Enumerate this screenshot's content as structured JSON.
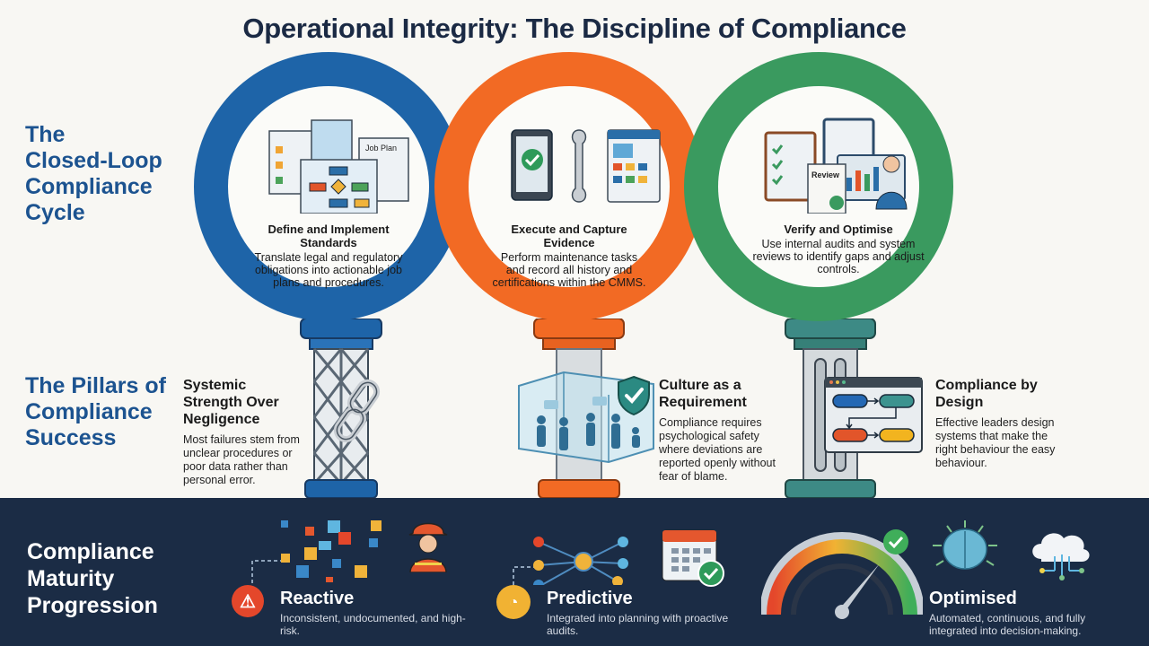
{
  "title": "Operational Integrity: The Discipline of Compliance",
  "colors": {
    "blue": "#1e64a8",
    "orange": "#f26a24",
    "green": "#3a9a5f",
    "navy_text": "#1c5390",
    "band_bg": "#1b2c45"
  },
  "cycle": {
    "label": [
      "The",
      "Closed-Loop",
      "Compliance",
      "Cycle"
    ],
    "steps": [
      {
        "heading": "Define and Implement Standards",
        "body": "Translate legal and regulatory obligations into actionable job plans and procedures.",
        "icon": "documents-flowchart-icon",
        "icon_text": "Job Plan"
      },
      {
        "heading": "Execute and Capture Evidence",
        "body": "Perform maintenance tasks and record all history and certifications within the CMMS.",
        "icon": "tablet-wrench-dashboard-icon"
      },
      {
        "heading": "Verify and Optimise",
        "body": "Use internal audits and system reviews to identify gaps and adjust controls.",
        "icon": "review-clipboard-analyst-icon",
        "icon_text": "Review"
      }
    ]
  },
  "pillars": {
    "label": [
      "The Pillars of",
      "Compliance",
      "Success"
    ],
    "items": [
      {
        "heading": "Systemic Strength Over Negligence",
        "body": "Most failures stem from unclear procedures or poor data rather than personal error.",
        "icon": "lattice-pillar-chain-icon"
      },
      {
        "heading": "Culture as a Requirement",
        "body": "Compliance requires psychological safety where deviations are reported openly without fear of blame.",
        "icon": "glass-room-shield-icon"
      },
      {
        "heading": "Compliance by Design",
        "body": "Effective leaders design systems that make the right behaviour the easy behaviour.",
        "icon": "workflow-window-icon"
      }
    ]
  },
  "maturity": {
    "label": [
      "Compliance",
      "Maturity",
      "Progression"
    ],
    "stages": [
      {
        "name": "Reactive",
        "description": "Inconsistent, undocumented, and high-risk.",
        "icon": "warning-icon",
        "color": "#e4472b"
      },
      {
        "name": "Predictive",
        "description": "Integrated into planning with proactive audits.",
        "icon": "gauge-icon",
        "color": "#f1b233"
      },
      {
        "name": "Optimised",
        "description": "Automated, continuous, and fully integrated into decision-making.",
        "icon": "brain-cloud-icon",
        "color": "#3fae5a"
      }
    ]
  }
}
